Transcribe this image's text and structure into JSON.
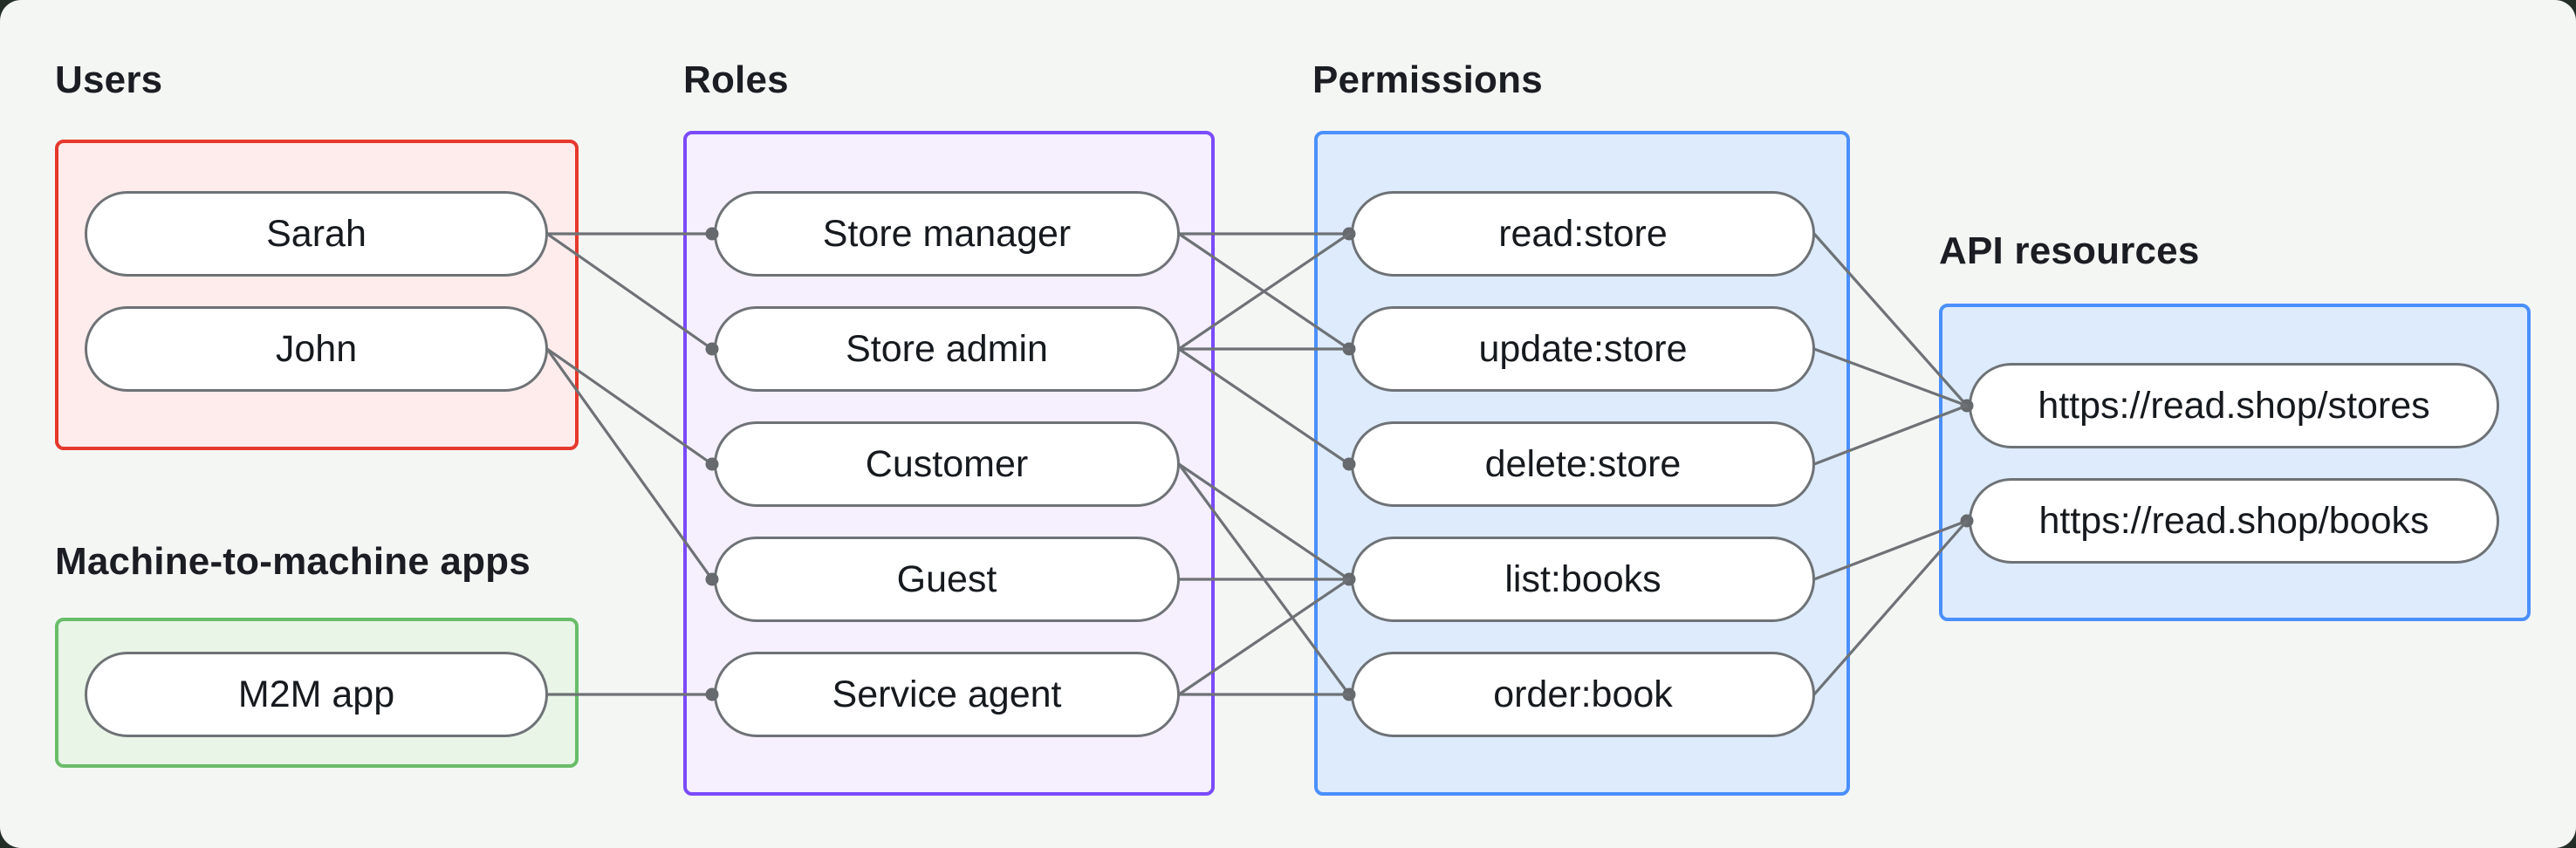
{
  "page": {
    "type": "rbac-access-diagram"
  },
  "style": {
    "canvas_bg": "#f4f6f4",
    "outer_bg": "#232e26",
    "line_color": "#6e7276",
    "dot_color": "#66696d",
    "pill_border": "#6e7276",
    "pill_fill": "#ffffff",
    "text_color": "#16191d"
  },
  "groups": {
    "users": {
      "title": "Users",
      "border_color": "#e5382c",
      "fill_color": "#fdeceb",
      "nodes": [
        {
          "id": "sarah",
          "label": "Sarah"
        },
        {
          "id": "john",
          "label": "John"
        }
      ]
    },
    "m2m": {
      "title": "Machine-to-machine apps",
      "border_color": "#69bd68",
      "fill_color": "#e8f5e7",
      "nodes": [
        {
          "id": "m2m-app",
          "label": "M2M app"
        }
      ]
    },
    "roles": {
      "title": "Roles",
      "border_color": "#7a4bfa",
      "fill_color": "#f5effe",
      "nodes": [
        {
          "id": "store-manager",
          "label": "Store manager"
        },
        {
          "id": "store-admin",
          "label": "Store admin"
        },
        {
          "id": "customer",
          "label": "Customer"
        },
        {
          "id": "guest",
          "label": "Guest"
        },
        {
          "id": "service-agent",
          "label": "Service agent"
        }
      ]
    },
    "permissions": {
      "title": "Permissions",
      "border_color": "#4a8ffc",
      "fill_color": "#ddebfc",
      "nodes": [
        {
          "id": "read-store",
          "label": "read:store"
        },
        {
          "id": "update-store",
          "label": "update:store"
        },
        {
          "id": "delete-store",
          "label": "delete:store"
        },
        {
          "id": "list-books",
          "label": "list:books"
        },
        {
          "id": "order-book",
          "label": "order:book"
        }
      ]
    },
    "api": {
      "title": "API resources",
      "border_color": "#4a8ffc",
      "fill_color": "#ddebfc",
      "nodes": [
        {
          "id": "stores",
          "label": "https://read.shop/stores"
        },
        {
          "id": "books",
          "label": "https://read.shop/books"
        }
      ]
    }
  },
  "edges": [
    [
      "sarah",
      "store-manager"
    ],
    [
      "sarah",
      "store-admin"
    ],
    [
      "john",
      "customer"
    ],
    [
      "john",
      "guest"
    ],
    [
      "m2m-app",
      "service-agent"
    ],
    [
      "store-manager",
      "read-store"
    ],
    [
      "store-manager",
      "update-store"
    ],
    [
      "store-admin",
      "read-store"
    ],
    [
      "store-admin",
      "update-store"
    ],
    [
      "store-admin",
      "delete-store"
    ],
    [
      "customer",
      "list-books"
    ],
    [
      "customer",
      "order-book"
    ],
    [
      "guest",
      "list-books"
    ],
    [
      "service-agent",
      "list-books"
    ],
    [
      "service-agent",
      "order-book"
    ],
    [
      "read-store",
      "stores"
    ],
    [
      "update-store",
      "stores"
    ],
    [
      "delete-store",
      "stores"
    ],
    [
      "list-books",
      "books"
    ],
    [
      "order-book",
      "books"
    ]
  ]
}
